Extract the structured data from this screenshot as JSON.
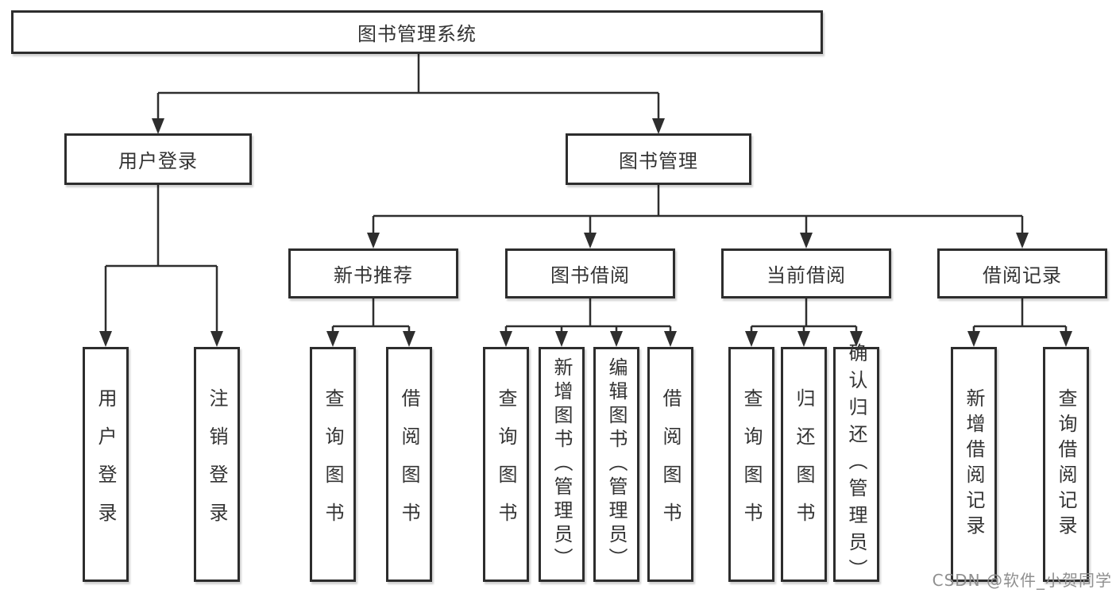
{
  "diagram": {
    "title": "图书管理系统",
    "level2": [
      {
        "label": "用户登录"
      },
      {
        "label": "图书管理"
      }
    ],
    "level3": [
      {
        "label": "新书推荐"
      },
      {
        "label": "图书借阅"
      },
      {
        "label": "当前借阅"
      },
      {
        "label": "借阅记录"
      }
    ],
    "leaves": {
      "user_login": [
        {
          "label": "用户登录"
        },
        {
          "label": "注销登录"
        }
      ],
      "new_book_recommend": [
        {
          "label": "查询图书"
        },
        {
          "label": "借阅图书"
        }
      ],
      "book_borrow": [
        {
          "label": "查询图书"
        },
        {
          "label": "新增图书（管理员）"
        },
        {
          "label": "编辑图书（管理员）"
        },
        {
          "label": "借阅图书"
        }
      ],
      "current_borrow": [
        {
          "label": "查询图书"
        },
        {
          "label": "归还图书"
        },
        {
          "label": "确认归还（管理员）"
        }
      ],
      "borrow_record": [
        {
          "label": "新增借阅记录"
        },
        {
          "label": "查询借阅记录"
        }
      ]
    },
    "watermark": "CSDN @软件_小贺同学",
    "colors": {
      "line": "#2e2e2e",
      "border": "#2d2d2d",
      "text": "#333333",
      "watermark": "#8f8f8f",
      "background": "#ffffff"
    }
  }
}
